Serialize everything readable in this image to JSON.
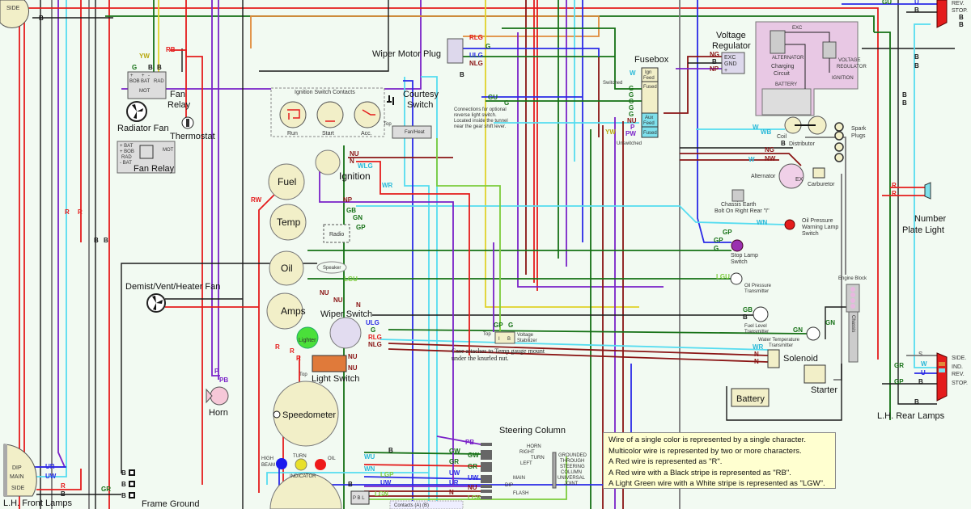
{
  "wire_colors": {
    "R": "#e41c1c",
    "B": "#1a1a1a",
    "G": "#157015",
    "U": "#2a2ae6",
    "W": "#55dcf0",
    "N": "#8a1414",
    "P": "#7a22c8",
    "Y": "#e0d22a",
    "LG": "#7ccc3c",
    "O": "#e08a3a",
    "S": "#7a7a7a",
    "K": "#f08ca0",
    "GY": "#9aa060"
  },
  "front_lamp_top": {
    "side": "SIDE",
    "b": "B"
  },
  "front_lamps": {
    "dip": "DIP",
    "main": "MAIN",
    "side": "SIDE",
    "label": "L.H. Front Lamps"
  },
  "fan_relay": {
    "bob": "BOB",
    "bat": "BAT",
    "rad": "RAD",
    "mot": "MOT",
    "label1": "Fan",
    "label2": "Relay",
    "plus1": "+",
    "plus2": "+",
    "minus": "-"
  },
  "radiator_fan": "Radiator Fan",
  "thermostat": "Thermostat",
  "fan_relay_legend": {
    "bat_plus": "+ BAT",
    "bob_plus": "+ BOB",
    "rad": "RAD",
    "bat_minus": "- BAT",
    "mot": "MOT",
    "label": "Fan Relay"
  },
  "demist_fan": "Demist/Vent/Heater Fan",
  "horn": "Horn",
  "frame_ground": "Frame Ground",
  "ignition_contacts": {
    "title": "Ignition Switch Contacts",
    "run": "Run",
    "start": "Start",
    "acc": "Acc."
  },
  "courtesy_switch": {
    "line1": "Courtesy",
    "line2": "Switch"
  },
  "fan_heat": {
    "label": "Fan/Heat",
    "top": "Top"
  },
  "wiper_motor_plug": "Wiper Motor Plug",
  "reverse_note": [
    "Connections for optional",
    "reverse light switch.",
    "Located inside the tunnel",
    "near the gear shift lever."
  ],
  "fusebox": {
    "label": "Fusebox",
    "ign_feed": "Ign",
    "ign_feed2": "Feed",
    "fused": "Fused",
    "aux": "Aux",
    "aux_feed": "Feed",
    "fused2": "Fused",
    "switched": "Switched",
    "unswitched": "Unswitched"
  },
  "voltage_regulator": {
    "line1": "Voltage",
    "line2": "Regulator",
    "exc": "EXC",
    "gnd": "GND",
    "plus": "+"
  },
  "charging_circuit": {
    "exc": "EXC",
    "alternator": "ALTERNATOR",
    "line1": "Charging",
    "line2": "Circuit",
    "vr1": "VOLTAGE",
    "vr2": "REGULATOR",
    "ignition": "IGNITION",
    "battery": "BATTERY"
  },
  "engine": {
    "coil": "Coil",
    "distributor": "Distributor",
    "spark1": "Spark",
    "spark2": "Plugs",
    "alternator": "Alternator",
    "ex": "EX",
    "carburetor": "Carburetor",
    "chassis_earth1": "Chassis Earth",
    "chassis_earth2": "Bolt On Right Rear \"I\"",
    "oil_sw1": "Oil Pressure",
    "oil_sw2": "Warning Lamp",
    "oil_sw3": "Switch",
    "stop1": "Stop Lamp",
    "stop2": "Switch",
    "opt1": "Oil Pressure",
    "opt2": "Transmitter",
    "flt1": "Fuel Level",
    "flt2": "Transmitter",
    "wtt1": "Water Temperature",
    "wtt2": "Transmitter",
    "engine_block": "Engine Block",
    "chassis": "Chassis",
    "solenoid": "Solenoid",
    "starter": "Starter",
    "battery": "Battery"
  },
  "number_plate_light": {
    "line1": "Number",
    "line2": "Plate Light"
  },
  "rear_lamps": {
    "side": "SIDE.",
    "ind": "IND.",
    "rev": "REV.",
    "stop": "STOP.",
    "label": "L.H. Rear Lamps"
  },
  "rear_lamps_top": {
    "rev": "REV.",
    "stop": "STOP."
  },
  "dash": {
    "fuel": "Fuel",
    "temp": "Temp",
    "oil": "Oil",
    "amps": "Amps",
    "ignition": "Ignition",
    "radio": "Radio",
    "speaker": "Speaker",
    "lighter": "Lighter",
    "wiper_switch": "Wiper Switch",
    "light_switch": "Light Switch",
    "speedometer": "Speedometer",
    "high1": "HIGH",
    "high2": "BEAM",
    "turn": "TURN",
    "oil_lamp": "OIL",
    "indicator": "INDICATOR",
    "pbl": "P B L",
    "top1": "Top",
    "top2": "Top",
    "top3": "Top"
  },
  "voltage_stabilizer": {
    "line1": "Voltage",
    "line2": "Stabilizer",
    "i": "I",
    "b": "B"
  },
  "case_note": [
    "Case attaches to Temp gauge mount",
    "under the knurled nut."
  ],
  "steering_column": {
    "label": "Steering Column",
    "horn": "HORN",
    "right": "RIGHT",
    "turn": "TURN",
    "left": "LEFT",
    "main": "MAIN",
    "dip": "DIP",
    "flash": "FLASH",
    "grounded": [
      "GROUNDED",
      "THROUGH",
      "STEERING",
      "COLUMN",
      "UNIVERSAL",
      "JOINT"
    ]
  },
  "contacts": "Contacts  (A)       (B)",
  "legend": [
    "Wire of a single color is represented by a single character.",
    "Multicolor wire is represented by two or more characters.",
    "A Red wire is represented as \"R\".",
    "A Red wire with a Black stripe is represented as \"RB\".",
    "A Light Green wire with a White stripe is represented as \"LGW\"."
  ],
  "wire_labels": [
    "B",
    "YW",
    "G",
    "B",
    "B",
    "RB",
    "R",
    "R",
    "B",
    "B",
    "UR",
    "UW",
    "R",
    "B",
    "GR",
    "B",
    "B",
    "B",
    "RLG",
    "G",
    "ULG",
    "NLG",
    "B",
    "GU",
    "G",
    "W",
    "G",
    "G",
    "G",
    "G",
    "G",
    "NU",
    "P",
    "PW",
    "YW",
    "NG",
    "B",
    "NP",
    "W",
    "WB",
    "W",
    "NG",
    "B",
    "NW",
    "WN",
    "GP",
    "G",
    "LGU",
    "GB",
    "B",
    "GN",
    "WR",
    "N",
    "N",
    "NU",
    "N",
    "WLG",
    "WR",
    "NP",
    "GB",
    "GN",
    "GP",
    "RW",
    "LGU",
    "NU",
    "NU",
    "N",
    "ULG",
    "G",
    "RLG",
    "NLG",
    "R",
    "R",
    "R",
    "NU",
    "NU",
    "GP",
    "G",
    "WU",
    "WN",
    "LGP",
    "UW",
    "LGN",
    "B",
    "B",
    "PB",
    "GW",
    "GW",
    "GR",
    "GR",
    "UW",
    "UW",
    "UR",
    "NU",
    "N",
    "LGK",
    "GU",
    "U",
    "B",
    "B",
    "B",
    "B",
    "B",
    "R",
    "R",
    "S",
    "GR",
    "W",
    "U",
    "GP",
    "B",
    "B",
    "GN",
    "GP",
    "P",
    "PB",
    "B",
    "B"
  ]
}
